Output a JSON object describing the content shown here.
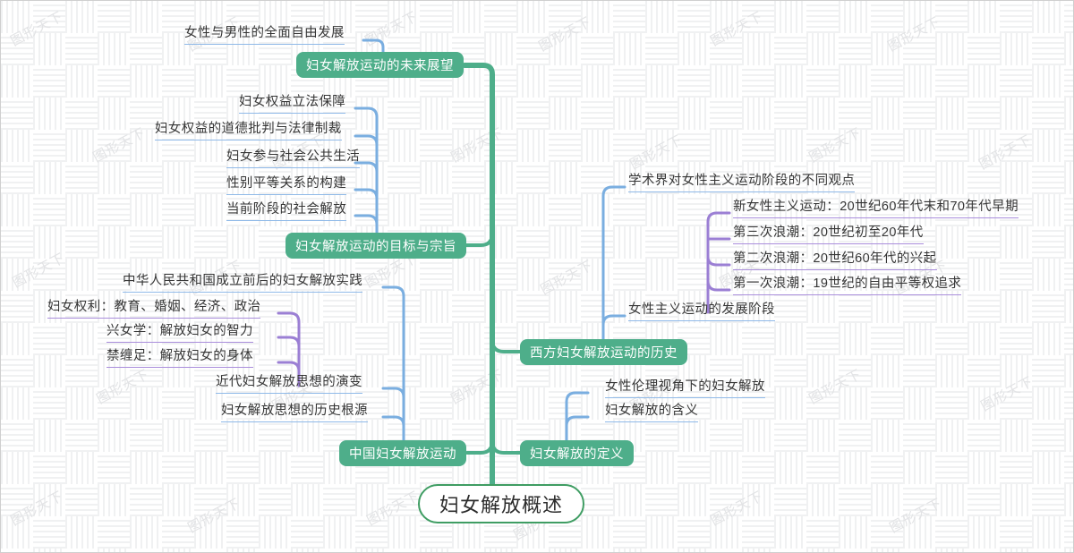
{
  "meta": {
    "title": "妇女解放概述",
    "watermark": "图形天下",
    "colors": {
      "branch_fill": "#4eae8a",
      "root_border": "#3f9d63",
      "trunk": "#4eae8a",
      "connector_blue": "#7aaee0",
      "connector_purple": "#9b7fd4",
      "leaf_text": "#353535"
    }
  },
  "root": {
    "label": "妇女解放概述"
  },
  "branches": [
    {
      "id": "future",
      "label": "妇女解放运动的未来展望",
      "side": "left",
      "children": [
        {
          "label": "女性与男性的全面自由发展",
          "underline": "blue"
        }
      ]
    },
    {
      "id": "goals",
      "label": "妇女解放运动的目标与宗旨",
      "side": "left",
      "children": [
        {
          "label": "妇女权益立法保障",
          "underline": "blue"
        },
        {
          "label": "妇女权益的道德批判与法律制裁",
          "underline": "blue"
        },
        {
          "label": "妇女参与社会公共生活",
          "underline": "blue"
        },
        {
          "label": "性别平等关系的构建",
          "underline": "blue"
        },
        {
          "label": "当前阶段的社会解放",
          "underline": "blue"
        }
      ]
    },
    {
      "id": "china",
      "label": "中国妇女解放运动",
      "side": "left",
      "children": [
        {
          "label": "中华人民共和国成立前后的妇女解放实践",
          "underline": "blue"
        },
        {
          "label": "近代妇女解放思想的演变",
          "underline": "blue",
          "children": [
            {
              "label": "妇女权利：教育、婚姻、经济、政治",
              "underline": "purple"
            },
            {
              "label": "兴女学：解放妇女的智力",
              "underline": "purple"
            },
            {
              "label": "禁缠足：解放妇女的身体",
              "underline": "purple"
            }
          ]
        },
        {
          "label": "妇女解放思想的历史根源",
          "underline": "blue"
        }
      ]
    },
    {
      "id": "west",
      "label": "西方妇女解放运动的历史",
      "side": "right",
      "children": [
        {
          "label": "学术界对女性主义运动阶段的不同观点",
          "underline": "blue"
        },
        {
          "label": "女性主义运动的发展阶段",
          "underline": "blue",
          "children": [
            {
              "label": "新女性主义运动：20世纪60年代末和70年代早期",
              "underline": "purple"
            },
            {
              "label": "第三次浪潮：20世纪初至20年代",
              "underline": "purple"
            },
            {
              "label": "第二次浪潮：20世纪60年代的兴起",
              "underline": "purple"
            },
            {
              "label": "第一次浪潮：19世纪的自由平等权追求",
              "underline": "purple"
            }
          ]
        }
      ]
    },
    {
      "id": "definition",
      "label": "妇女解放的定义",
      "side": "right",
      "children": [
        {
          "label": "女性伦理视角下的妇女解放",
          "underline": "blue"
        },
        {
          "label": "妇女解放的含义",
          "underline": "blue"
        }
      ]
    }
  ]
}
